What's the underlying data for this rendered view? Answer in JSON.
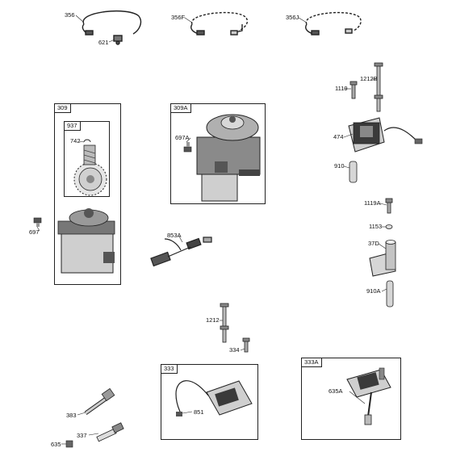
{
  "callouts": {
    "c356": "356",
    "c621": "621",
    "c356f": "356F",
    "c356j": "356J",
    "c1119": "1119",
    "c1212b": "1212B",
    "c309": "309",
    "c937": "937",
    "c742": "742",
    "c697": "697",
    "c309a": "309A",
    "c697a": "697A",
    "c474": "474",
    "c910": "910",
    "c1119a": "1119A",
    "c1153": "1153",
    "c37d": "37D",
    "c910a": "910A",
    "c853a": "853A",
    "c1212": "1212",
    "c334": "334",
    "c333": "333",
    "c851": "851",
    "c333a": "333A",
    "c635a": "635A",
    "c383": "383",
    "c337": "337",
    "c635": "635"
  },
  "colors": {
    "line": "#222222",
    "part_fill": "#d8d8d8",
    "part_dark": "#4a4a4a",
    "part_mid": "#9a9a9a",
    "page": "#ffffff"
  }
}
